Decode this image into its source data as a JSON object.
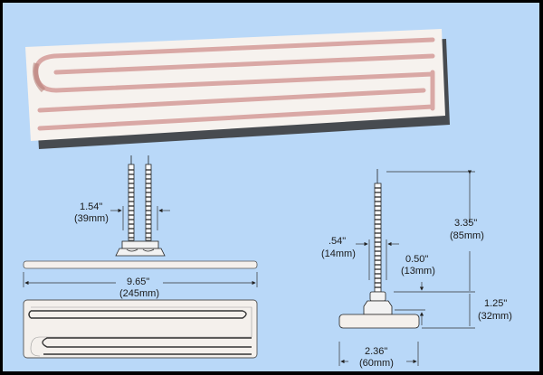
{
  "colors": {
    "background": "#b9d8f8",
    "border": "#000000",
    "ceramic": "#f4f0ec",
    "element_trace": "#d9a6a2",
    "line": "#222222"
  },
  "photo": {
    "label": "ceramic-heater-photo"
  },
  "front_view": {
    "terminal_spacing": {
      "inch": "1.54\"",
      "mm": "(39mm)"
    },
    "length": {
      "inch": "9.65\"",
      "mm": "(245mm)"
    }
  },
  "side_view": {
    "terminal_height": {
      "inch": "3.35\"",
      "mm": "(85mm)"
    },
    "terminal_width": {
      "inch": ".54\"",
      "mm": "(14mm)"
    },
    "flange_thickness": {
      "inch": "0.50\"",
      "mm": "(13mm)"
    },
    "base_height": {
      "inch": "1.25\"",
      "mm": "(32mm)"
    },
    "width": {
      "inch": "2.36\"",
      "mm": "(60mm)"
    }
  }
}
